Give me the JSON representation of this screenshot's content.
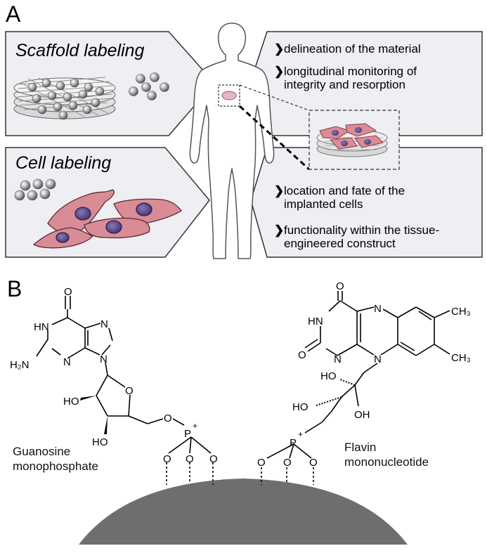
{
  "panels": {
    "a": {
      "letter": "A",
      "scaffold": {
        "title": "Scaffold labeling",
        "bullets": [
          "delineation of the material",
          "longitudinal monitoring of integrity and resorption"
        ]
      },
      "cell": {
        "title": "Cell labeling",
        "bullets": [
          "location and fate of the implanted cells",
          "functionality within the tissue-engineered construct"
        ]
      }
    },
    "b": {
      "letter": "B",
      "gmp": {
        "label_line1": "Guanosine",
        "label_line2": "monophosphate"
      },
      "fmn": {
        "label_line1": "Flavin",
        "label_line2": "mononucleotide"
      },
      "atoms": {
        "O": "O",
        "N": "N",
        "HN": "HN",
        "H2N": "H₂N",
        "HO": "HO",
        "OH": "OH",
        "P": "P",
        "plus": "+",
        "CH3": "CH₃"
      }
    }
  },
  "colors": {
    "box_fill": "#eeeef3",
    "box_stroke": "#333333",
    "cell_fill": "#d98c96",
    "nucleus_fill": "#5e4a8a",
    "particle_fill": "#9a9a9a",
    "surface_fill": "#6e6e6e"
  }
}
